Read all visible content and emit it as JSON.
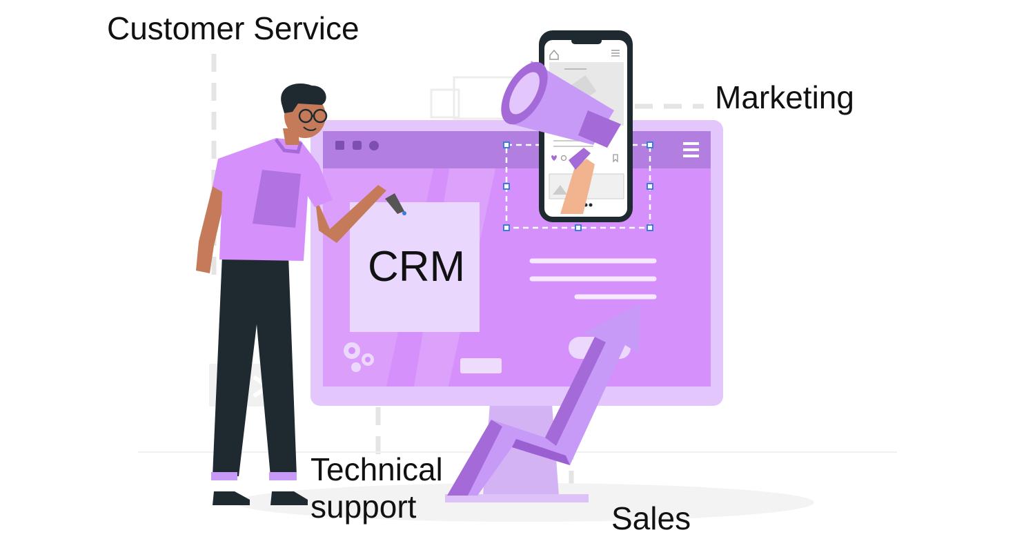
{
  "labels": {
    "customer_service": "Customer Service",
    "marketing": "Marketing",
    "technical_support": "Technical\nsupport",
    "sales": "Sales",
    "crm": "CRM"
  },
  "colors": {
    "purple_light": "#e3c6fb",
    "purple_mid": "#d08cfb",
    "purple_dark": "#a46ad8",
    "dark": "#1f2a30",
    "skin": "#c57a5a"
  },
  "icons": [
    "megaphone-icon",
    "gear-icon",
    "pen-tool-icon",
    "home-icon",
    "menu-icon",
    "heart-icon",
    "bookmark-icon"
  ]
}
